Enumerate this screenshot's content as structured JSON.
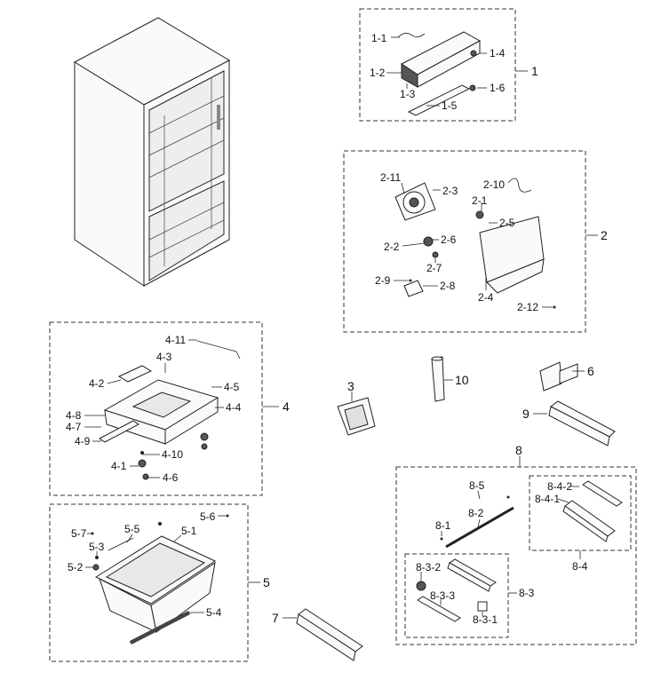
{
  "diagram": {
    "labels": {
      "g1": "1",
      "p1_1": "1-1",
      "p1_2": "1-2",
      "p1_3": "1-3",
      "p1_4": "1-4",
      "p1_5": "1-5",
      "p1_6": "1-6",
      "g2": "2",
      "p2_1": "2-1",
      "p2_2": "2-2",
      "p2_3": "2-3",
      "p2_4": "2-4",
      "p2_5": "2-5",
      "p2_6": "2-6",
      "p2_7": "2-7",
      "p2_8": "2-8",
      "p2_9": "2-9",
      "p2_10": "2-10",
      "p2_11": "2-11",
      "p2_12": "2-12",
      "g3": "3",
      "g6": "6",
      "g9": "9",
      "g10": "10",
      "g7": "7",
      "g4": "4",
      "p4_1": "4-1",
      "p4_2": "4-2",
      "p4_3": "4-3",
      "p4_4": "4-4",
      "p4_5": "4-5",
      "p4_6": "4-6",
      "p4_7": "4-7",
      "p4_8": "4-8",
      "p4_9": "4-9",
      "p4_10": "4-10",
      "p4_11": "4-11",
      "g5": "5",
      "p5_1": "5-1",
      "p5_2": "5-2",
      "p5_3": "5-3",
      "p5_4": "5-4",
      "p5_5": "5-5",
      "p5_6": "5-6",
      "p5_7": "5-7",
      "g8": "8",
      "p8_1": "8-1",
      "p8_2": "8-2",
      "p8_5": "8-5",
      "p8_3": "8-3",
      "p8_3_1": "8-3-1",
      "p8_3_2": "8-3-2",
      "p8_3_3": "8-3-3",
      "p8_4": "8-4",
      "p8_4_1": "8-4-1",
      "p8_4_2": "8-4-2"
    }
  }
}
